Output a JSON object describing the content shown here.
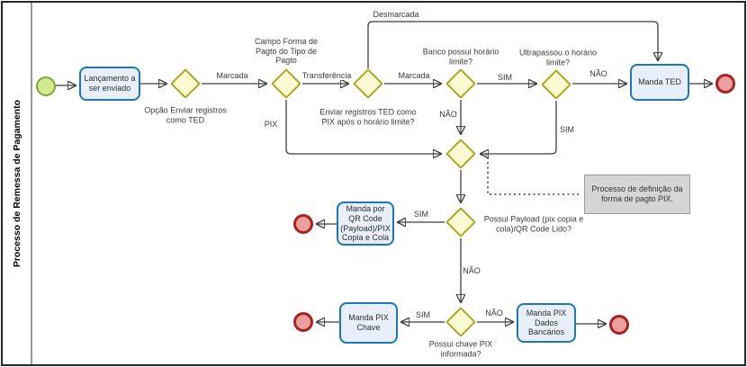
{
  "pool": {
    "title": "Processo de Remessa de Pagamento"
  },
  "colors": {
    "task_fill": "#e8effb",
    "task_stroke": "#1d78b8",
    "gw_fill": "#fafad2",
    "gw_stroke": "#a8a820",
    "start_fill": "#d4e890",
    "start_stroke": "#7fa63c",
    "end_fill": "#ec9f9f",
    "end_stroke": "#a92222",
    "annot_fill": "#d5d5d5",
    "annot_stroke": "#9b9b9b",
    "edge": "#3f3f3f"
  },
  "nodes": {
    "task_lancamento": "Lançamento a ser enviado",
    "gw_opcao_ted": "Opção Enviar registros como TED",
    "gw_forma_pagto": "Campo Forma de Pagto do Tipo de Pagto",
    "gw_enviar_ted_como_pix": "Enviar registros TED como PIX após o horário limite?",
    "gw_banco_horario": "Banco possui horário limite?",
    "gw_ultrapassou": "Ultrapassou o horário limite?",
    "task_manda_ted": "Manda TED",
    "gw_payload": "Possui Payload (pix copia e cola)/QR Code Lido?",
    "task_qr_code": "Manda por QR Code (Payload)/PIX Copia e Cola",
    "gw_chave_pix": "Possui chave PIX informada?",
    "task_pix_chave": "Manda PIX Chave",
    "task_pix_dados": "Manda PIX Dados Bancários",
    "annotation_pix": "Processo de definição da forma de pagto PIX."
  },
  "edge_labels": {
    "marcada_ted": "Marcada",
    "transferencia": "Transferência",
    "pix": "PIX",
    "desmarcada": "Desmarcada",
    "marcada_horario": "Marcada",
    "sim_banco": "SIM",
    "nao_banco": "NÃO",
    "nao_ultrapassou": "NÃO",
    "sim_ultrapassou": "SIM",
    "sim_payload": "SIM",
    "nao_payload": "NÃO",
    "sim_chave": "SIM",
    "nao_chave": "NÃO"
  }
}
